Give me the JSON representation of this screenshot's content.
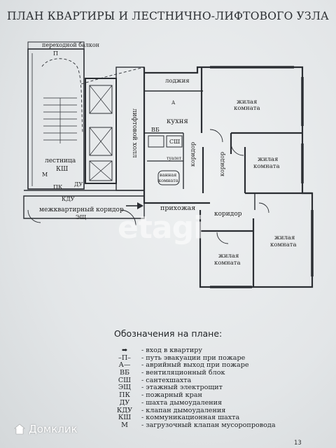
{
  "title": "ПЛАН КВАРТИРЫ И ЛЕСТНИЧНО-ЛИФТОВОГО УЗЛА",
  "plan": {
    "labels": {
      "balcony": "переходной балкон",
      "balcony_mark": "П",
      "loggia": "лоджия",
      "kitchen": "кухня",
      "exit_mark": "А",
      "vb": "ВБ",
      "ssh": "СШ",
      "toilet": "туалет",
      "bathroom_1": "ванная",
      "bathroom_2": "комната",
      "lift_hall": "лифтовой холл",
      "stairs_1": "лестница",
      "stairs_2": "КШ",
      "m": "М",
      "pk": "ПК",
      "du": "ДУ",
      "kdu": "КДУ",
      "ehsch": "ЭЩ",
      "corridor_common": "межквартирный коридор",
      "hallway": "прихожая",
      "corridor_a": "коридор",
      "corridor_b": "коридор",
      "corridor_c": "коридор",
      "room1_a": "жилая",
      "room1_b": "комната",
      "room2_a": "жилая",
      "room2_b": "комната",
      "room3_a": "жилая",
      "room3_b": "комната",
      "room4_a": "жилая",
      "room4_b": "комната"
    }
  },
  "legend": {
    "title": "Обозначения на плане:",
    "items": [
      {
        "symbol": "➡",
        "desc": "- вход в квартиру"
      },
      {
        "symbol": "–П–",
        "desc": "- путь эвакуации при пожаре"
      },
      {
        "symbol": "А—",
        "desc": "- аврийный выход при пожаре"
      },
      {
        "symbol": "ВБ",
        "desc": "- вентиляционный блок"
      },
      {
        "symbol": "СШ",
        "desc": "- сантехшахта"
      },
      {
        "symbol": "ЭЩ",
        "desc": "- этажный электрощит"
      },
      {
        "symbol": "ПК",
        "desc": "- пожарный кран"
      },
      {
        "symbol": "ДУ",
        "desc": "- шахта дымоудаления"
      },
      {
        "symbol": "КДУ",
        "desc": "- клапан дымоудаления"
      },
      {
        "symbol": "КШ",
        "desc": "- коммуникационная шахта"
      },
      {
        "symbol": "М",
        "desc": "- загрузочный клапан мусоропровода"
      }
    ]
  },
  "watermark": "etagi",
  "brand": "Домклик",
  "page_number": "13"
}
